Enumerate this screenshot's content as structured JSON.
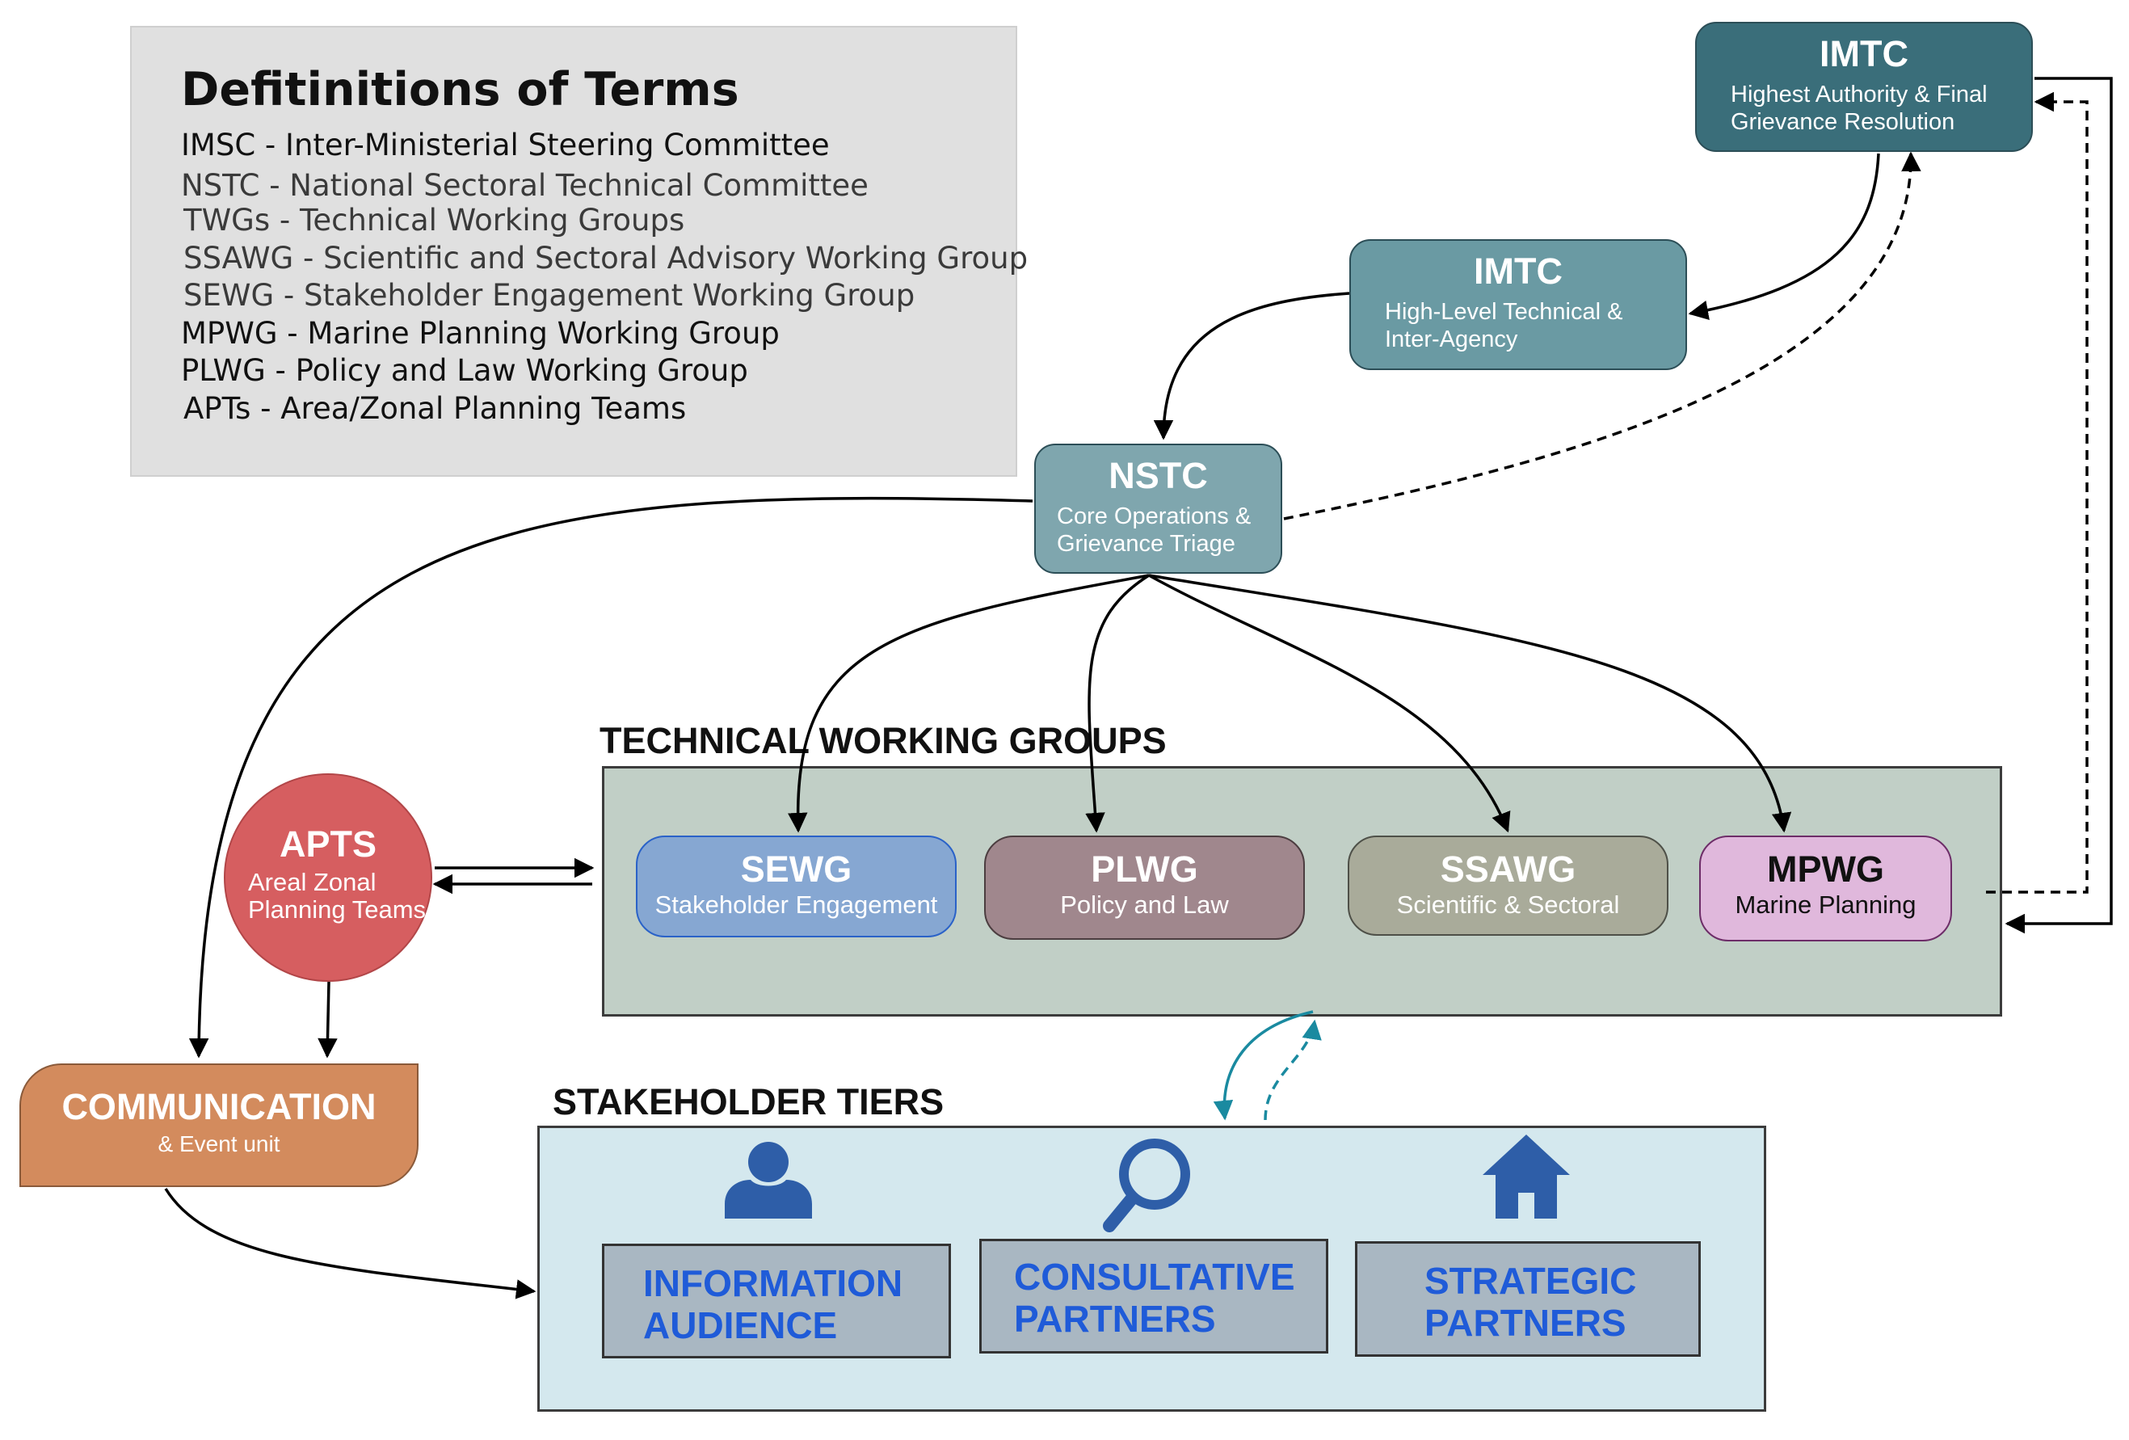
{
  "definitions": {
    "title": "Defitinitions of Terms",
    "items": [
      "IMSC - Inter-Ministerial Steering Committee",
      "NSTC - National Sectoral Technical Committee",
      "TWGs - Technical Working Groups",
      "SSAWG - Scientific and Sectoral Advisory Working Group",
      "SEWG - Stakeholder Engagement Working Group",
      "MPWG - Marine Planning Working Group",
      "PLWG - Policy and Law Working Group",
      "APTs - Area/Zonal Planning Teams"
    ]
  },
  "nodes": {
    "imtc_top": {
      "title": "IMTC",
      "line1": "Highest Authority & Final",
      "line2": "Grievance Resolution"
    },
    "imtc_mid": {
      "title": "IMTC",
      "line1": "High-Level Technical &",
      "line2": "Inter-Agency"
    },
    "nstc": {
      "title": "NSTC",
      "line1": "Core Operations &",
      "line2": "Grievance Triage"
    },
    "apts": {
      "title": "APTS",
      "line1": "Areal Zonal",
      "line2": "Planning Teams"
    },
    "communication": {
      "title": "COMMUNICATION",
      "subtitle": "& Event unit"
    }
  },
  "technical_working_groups": {
    "label": "TECHNICAL WORKING GROUPS",
    "groups": [
      {
        "title": "SEWG",
        "subtitle": "Stakeholder Engagement"
      },
      {
        "title": "PLWG",
        "subtitle": "Policy and Law"
      },
      {
        "title": "SSAWG",
        "subtitle": "Scientific & Sectoral"
      },
      {
        "title": "MPWG",
        "subtitle": "Marine Planning"
      }
    ]
  },
  "stakeholder_tiers": {
    "label": "STAKEHOLDER TIERS",
    "tiers": [
      {
        "line1": "INFORMATION",
        "line2": "AUDIENCE",
        "icon": "person-icon"
      },
      {
        "line1": "CONSULTATIVE",
        "line2": "PARTNERS",
        "icon": "magnifier-icon"
      },
      {
        "line1": "STRATEGIC",
        "line2": "PARTNERS",
        "icon": "house-icon"
      }
    ]
  },
  "colors": {
    "imtc_top": "#3a6e7a",
    "imtc_mid": "#6a9aa3",
    "nstc": "#7fa6ae",
    "twg_panel": "#c1cfc6",
    "stakeholder_panel": "#d4e8ee",
    "apts": "#d65e60",
    "communication": "#d38b5d",
    "tier_text": "#1f5bd8",
    "icon_blue": "#2e5ea8",
    "feedback_teal": "#1a8aa0"
  }
}
